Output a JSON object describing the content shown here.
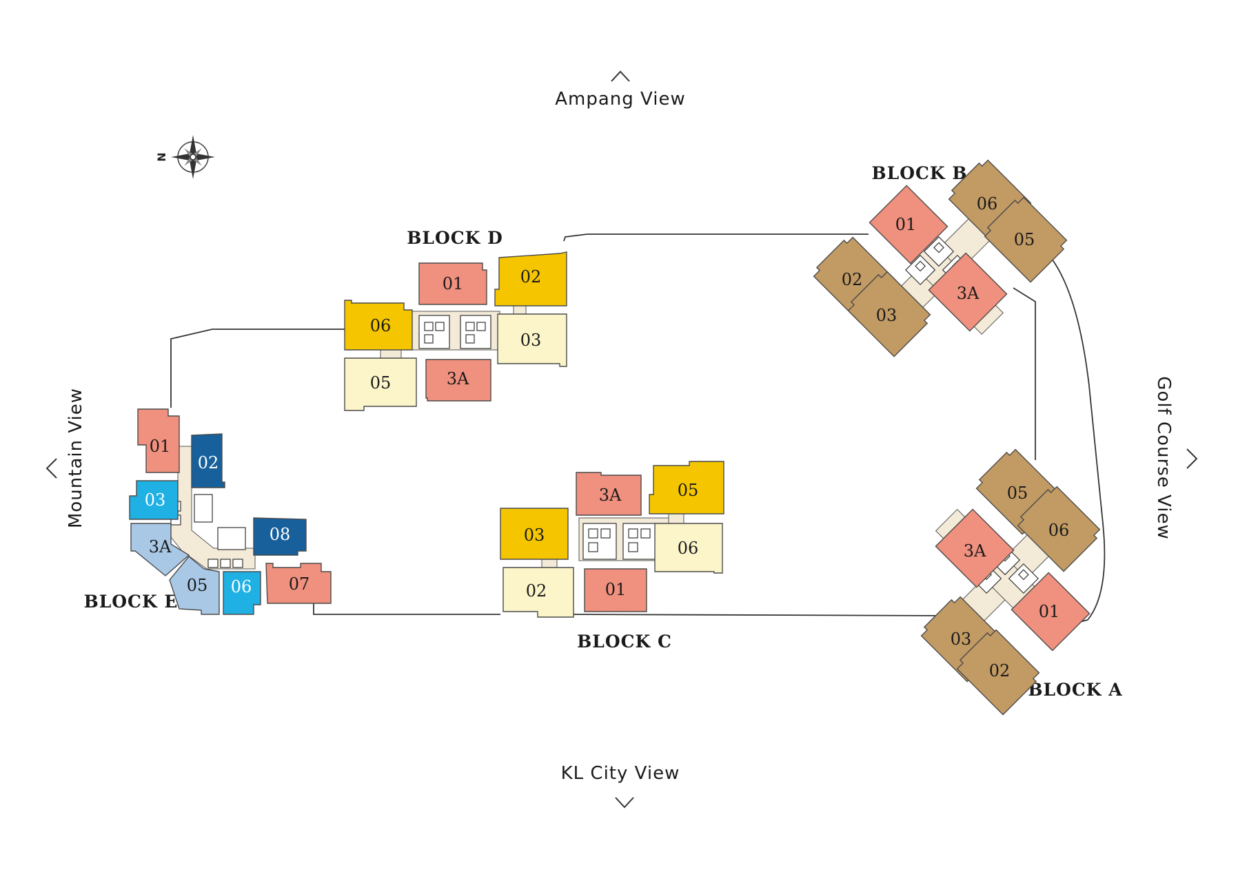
{
  "views": {
    "north": "Ampang View",
    "south": "KL City View",
    "west": "Mountain View",
    "east": "Golf Course View"
  },
  "compass": {
    "letter": "N"
  },
  "colors": {
    "salmon": "#f0907e",
    "yellow": "#f5c600",
    "cream": "#fbf5c9",
    "tan": "#c29a63",
    "navy": "#17609c",
    "cyan": "#1fb0e4",
    "lightblue": "#a9c8e6",
    "corridor": "#f3ead8"
  },
  "blocks": {
    "A": {
      "label": "BLOCK A",
      "units": [
        "05",
        "06",
        "3A",
        "01",
        "03",
        "02"
      ]
    },
    "B": {
      "label": "BLOCK B",
      "units": [
        "06",
        "01",
        "05",
        "02",
        "3A",
        "03"
      ]
    },
    "C": {
      "label": "BLOCK C",
      "units": [
        "3A",
        "05",
        "03",
        "06",
        "02",
        "01"
      ]
    },
    "D": {
      "label": "BLOCK D",
      "units": [
        "01",
        "02",
        "06",
        "03",
        "05",
        "3A"
      ]
    },
    "E": {
      "label": "BLOCK E",
      "units": [
        "01",
        "02",
        "03",
        "3A",
        "08",
        "05",
        "06",
        "07"
      ]
    }
  }
}
